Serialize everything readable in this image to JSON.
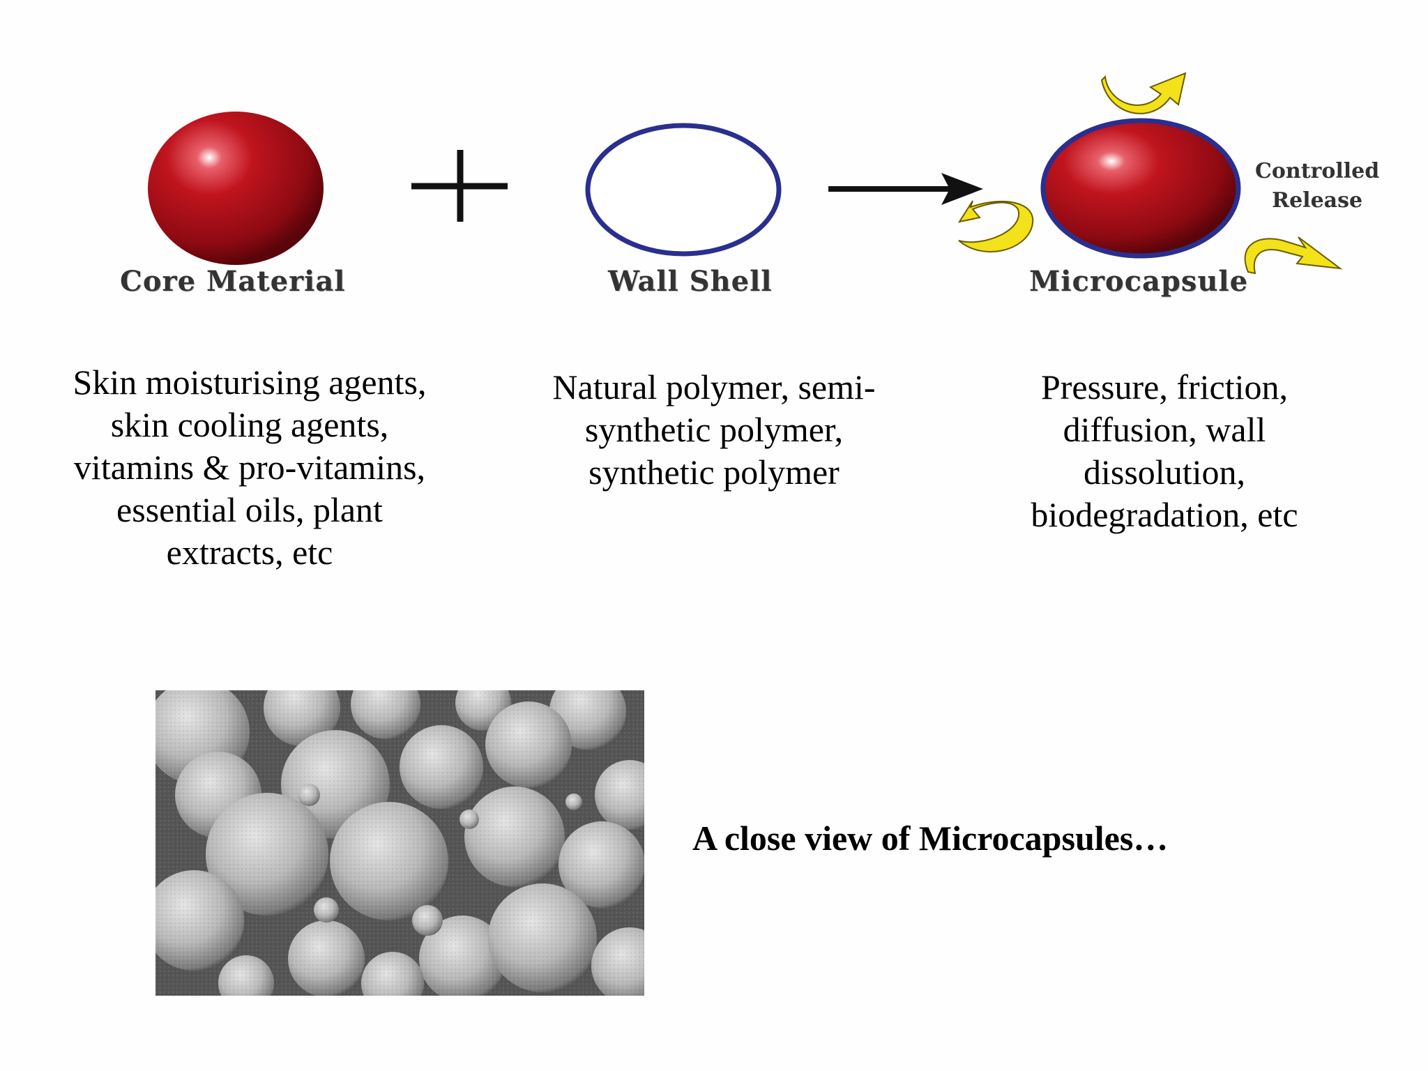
{
  "diagram": {
    "core_label": "Core Material",
    "wall_label": "Wall Shell",
    "microcapsule_label": "Microcapsule",
    "controlled_release_lines": [
      "Controlled",
      "Release"
    ]
  },
  "descriptions": {
    "core": [
      "Skin moisturising agents,",
      "skin cooling agents,",
      "vitamins & pro-vitamins,",
      "essential oils, plant",
      "extracts, etc"
    ],
    "wall": [
      "Natural polymer, semi-",
      "synthetic polymer,",
      "synthetic polymer"
    ],
    "release": [
      "Pressure, friction,",
      "diffusion, wall",
      "dissolution,",
      "biodegradation, etc"
    ]
  },
  "photo": {
    "caption": "A close view of Microcapsules…"
  },
  "colors": {
    "core_red": "#b5121b",
    "shell_blue": "#2a2f8f",
    "arrow_yellow": "#f3e21a"
  }
}
